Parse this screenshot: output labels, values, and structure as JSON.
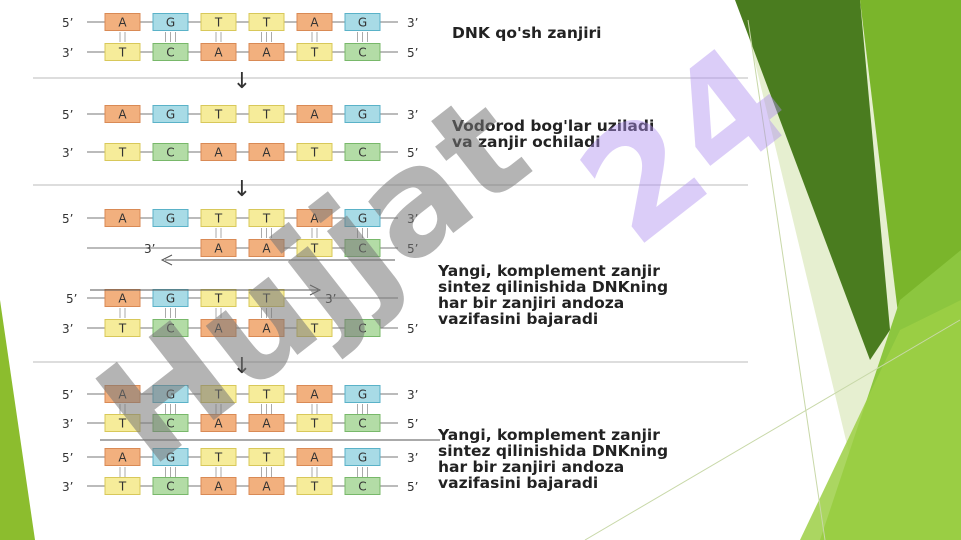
{
  "base_colors": {
    "A": "#f2b07e",
    "G": "#a8dbe6",
    "T": "#f6ec9a",
    "C": "#b3dca6"
  },
  "edge_colors": {
    "A": "#d98a55",
    "G": "#5ab2c8",
    "T": "#d8c85a",
    "C": "#78b86a"
  },
  "accent_green": "#8cbd2e",
  "watermark": {
    "text_main": "Hujjat",
    "text_num": "24"
  },
  "end_labels": {
    "five": "5’",
    "three": "3’"
  },
  "arrow_glyph": "↓",
  "captions": {
    "c1": "DNK qo'sh zanjiri",
    "c2": "Vodorod bog'lar uziladi\nva zanjir ochiladi",
    "c3": "Yangi, komplement zanjir\nsintez qilinishida DNKning\nhar bir zanjiri andoza\nvazifasini bajaradi",
    "c4": "Yangi, komplement zanjir\nsintez qilinishida DNKning\nhar bir zanjiri andoza\nvazifasini bajaradi"
  },
  "strands": {
    "top": [
      "A",
      "G",
      "T",
      "T",
      "A",
      "G"
    ],
    "bottom": [
      "T",
      "C",
      "A",
      "A",
      "T",
      "C"
    ],
    "partial_bottom": [
      "A",
      "A",
      "T",
      "C"
    ],
    "partial_top": [
      "A",
      "G",
      "T",
      "T"
    ]
  }
}
